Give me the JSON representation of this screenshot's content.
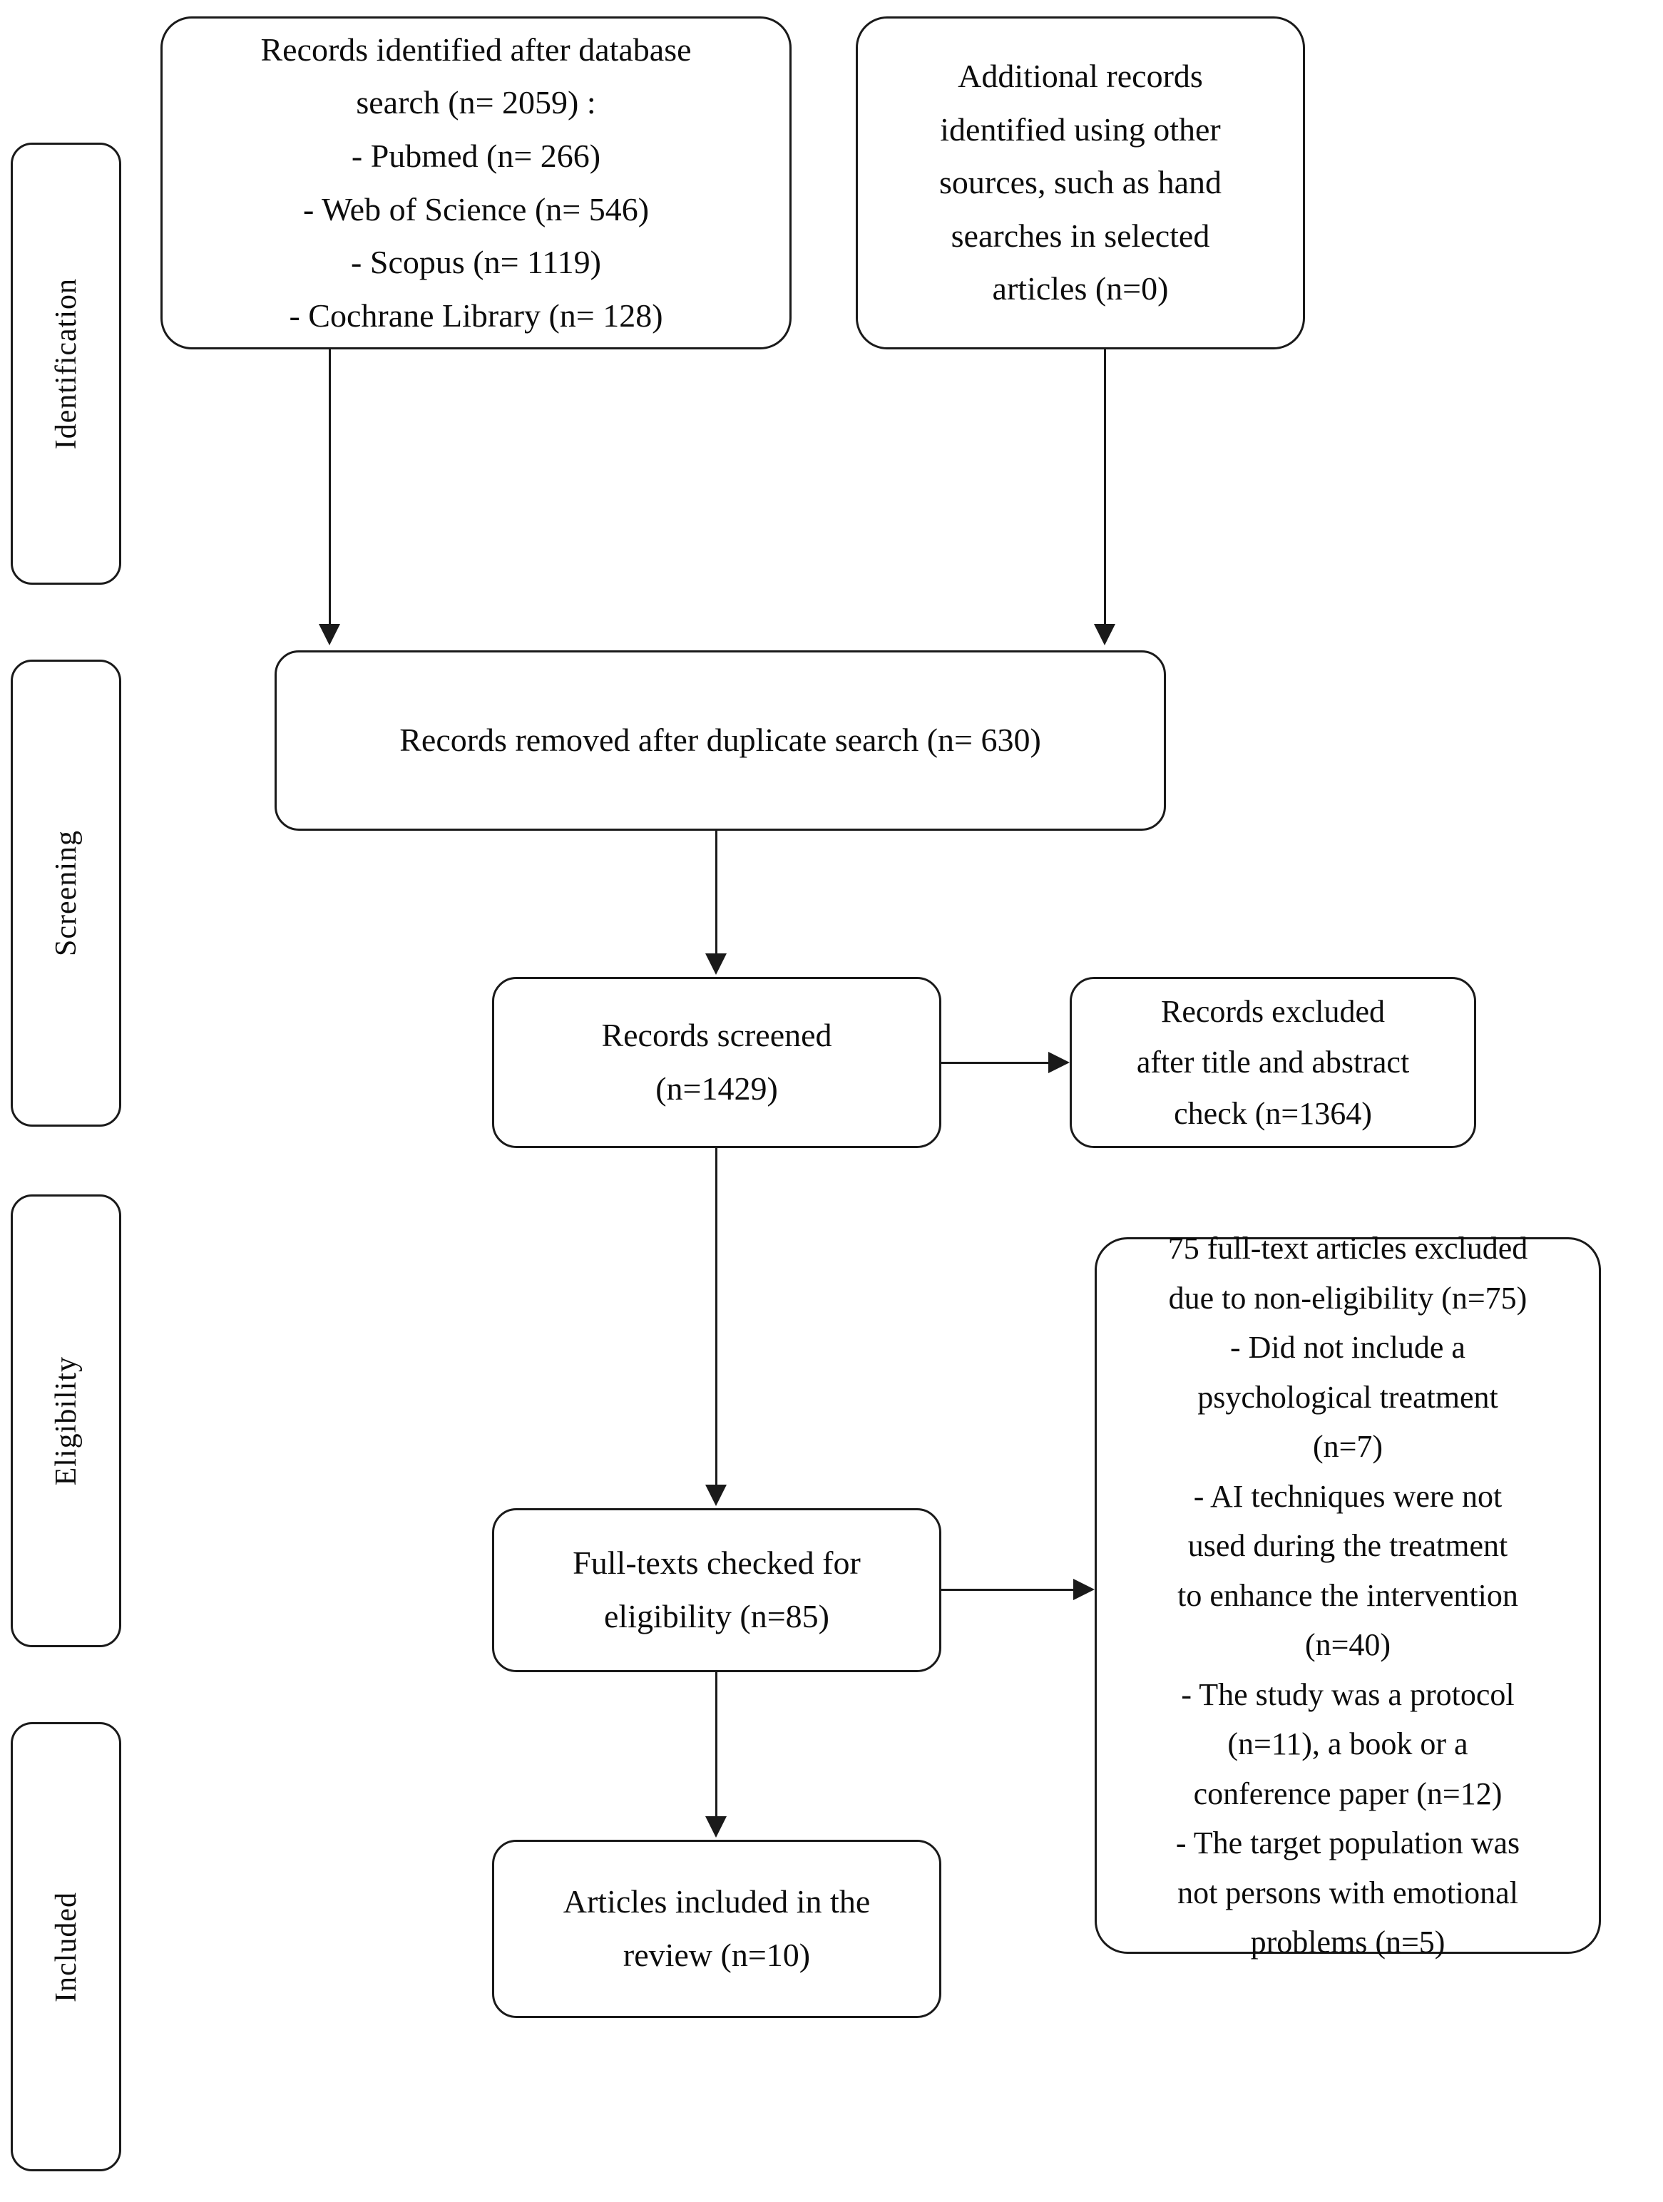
{
  "diagram": {
    "title": "PRISMA study selection flow diagram",
    "stages": [
      {
        "id": "identification",
        "label": "Identification"
      },
      {
        "id": "screening",
        "label": "Screening"
      },
      {
        "id": "eligibility",
        "label": "Eligibility"
      },
      {
        "id": "included",
        "label": "Included"
      }
    ],
    "nodes": {
      "identified": {
        "text": "Records identified  after  database\nsearch (n= 2059) :\n-   Pubmed (n= 266)\n-   Web of Science  (n= 546)\n-   Scopus (n= 1119)\n-   Cochrane  Library  (n= 128)",
        "total": 2059,
        "sources": [
          {
            "name": "Pubmed",
            "n": 266
          },
          {
            "name": "Web of Science",
            "n": 546
          },
          {
            "name": "Scopus",
            "n": 1119
          },
          {
            "name": "Cochrane Library",
            "n": 128
          }
        ]
      },
      "additional": {
        "text": "Additional  records\nidentified  using  other\nsources, such as hand\nsearches  in  selected\narticles  (n=0)",
        "n": 0
      },
      "duplicates": {
        "text": "Records removed  after  duplicate  search (n= 630)",
        "n": 630
      },
      "screened": {
        "text": "Records screened\n(n=1429)",
        "n": 1429
      },
      "excluded_title_abstract": {
        "text": "Records excluded\nafter title  and abstract\ncheck (n=1364)",
        "n": 1364
      },
      "fulltext_checked": {
        "text": "Full-texts  checked for\neligibility  (n=85)",
        "n": 85
      },
      "fulltext_excluded": {
        "text": "75 full-text  articles  excluded\ndue to non-eligibility  (n=75)\n-   Did not include  a\npsychological  treatment\n(n=7)\n-   AI techniques  were not\nused during  the treatment\nto enhance  the intervention\n(n=40)\n- The  study  was a protocol\n(n=11), a book or a\nconference  paper (n=12)\n- The target population  was\nnot persons with  emotional\nproblems  (n=5)",
        "n": 75,
        "reasons": [
          {
            "reason": "Did not include a psychological treatment",
            "n": 7
          },
          {
            "reason": "AI techniques were not used during the treatment to enhance the intervention",
            "n": 40
          },
          {
            "reason": "The study was a protocol",
            "n": 11
          },
          {
            "reason": "a book or a conference paper",
            "n": 12
          },
          {
            "reason": "The target population was not persons with emotional problems",
            "n": 5
          }
        ]
      },
      "included": {
        "text": "Articles  included  in the\nreview  (n=10)",
        "n": 10
      }
    },
    "colors": {
      "stroke": "#1a1a1a",
      "background": "#ffffff",
      "text": "#0d0d0d"
    }
  }
}
